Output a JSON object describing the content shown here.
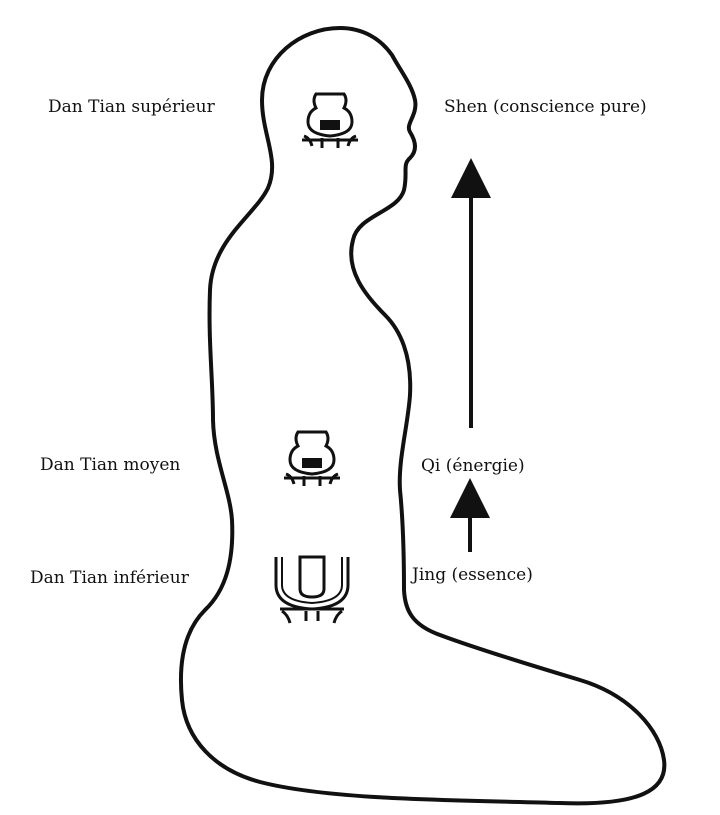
{
  "labels": {
    "upper_dantian": "Dan Tian supérieur",
    "middle_dantian": "Dan Tian moyen",
    "lower_dantian": "Dan Tian inférieur",
    "shen": "Shen (conscience pure)",
    "qi": "Qi (énergie)",
    "jing": "Jing (essence)"
  },
  "colors": {
    "ink": "#111111",
    "background": "#ffffff"
  },
  "icons": {
    "cauldron": "cauldron-icon",
    "arrow": "arrow-up-icon"
  }
}
